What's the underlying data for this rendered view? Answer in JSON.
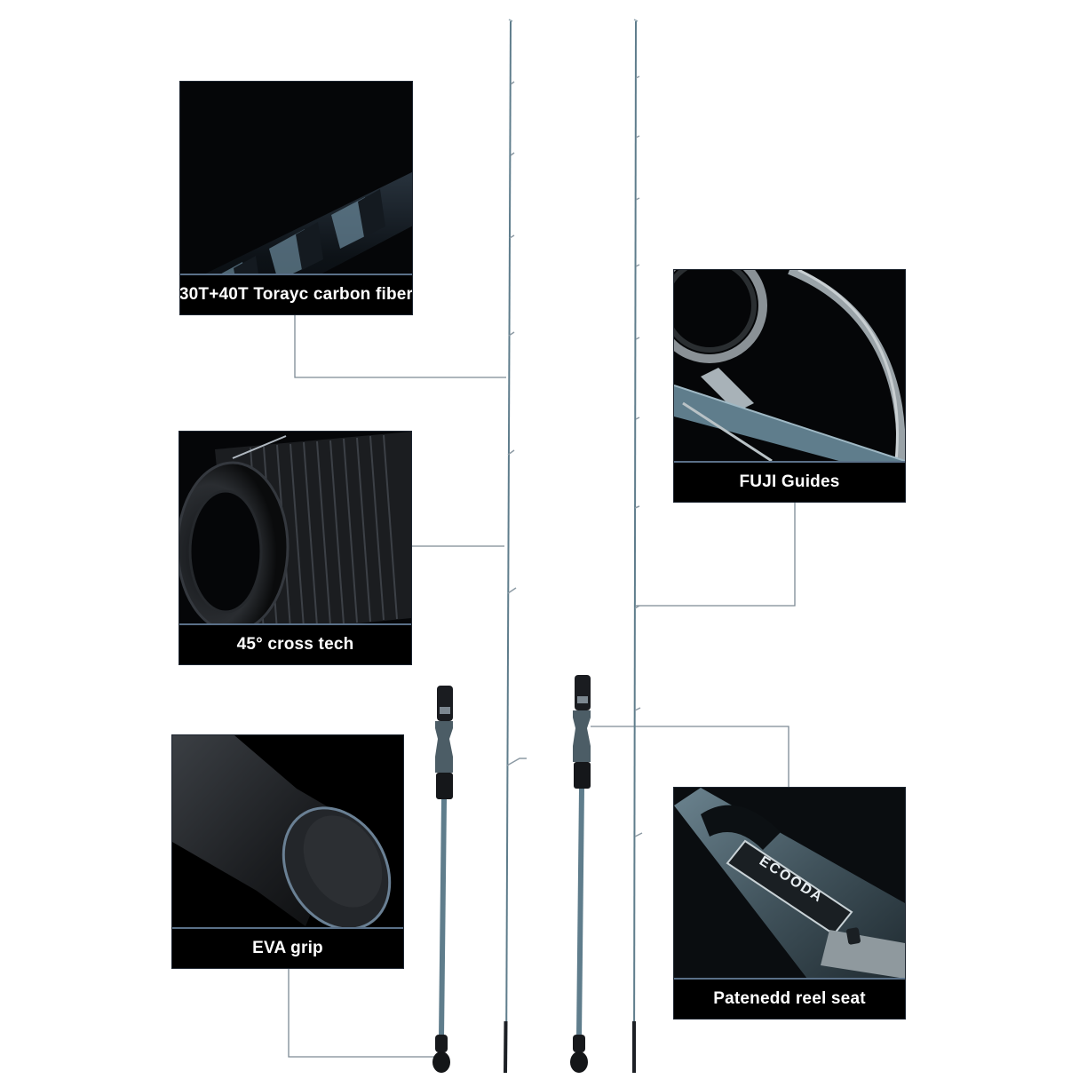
{
  "features": {
    "carbon": {
      "caption": "30T+40T  Torayc carbon fiber"
    },
    "cross": {
      "caption": "45°  cross tech"
    },
    "grip": {
      "caption": "EVA grip"
    },
    "guides": {
      "caption": "FUJI Guides"
    },
    "reel_seat": {
      "caption": "Patenedd reel seat"
    }
  },
  "brand": {
    "logo_text": "ECOODA"
  },
  "colors": {
    "rod_blank": "#5f7d8c",
    "leader_line": "#7d8a94",
    "panel_bg": "#050608",
    "caption_border": "#5a7088"
  }
}
